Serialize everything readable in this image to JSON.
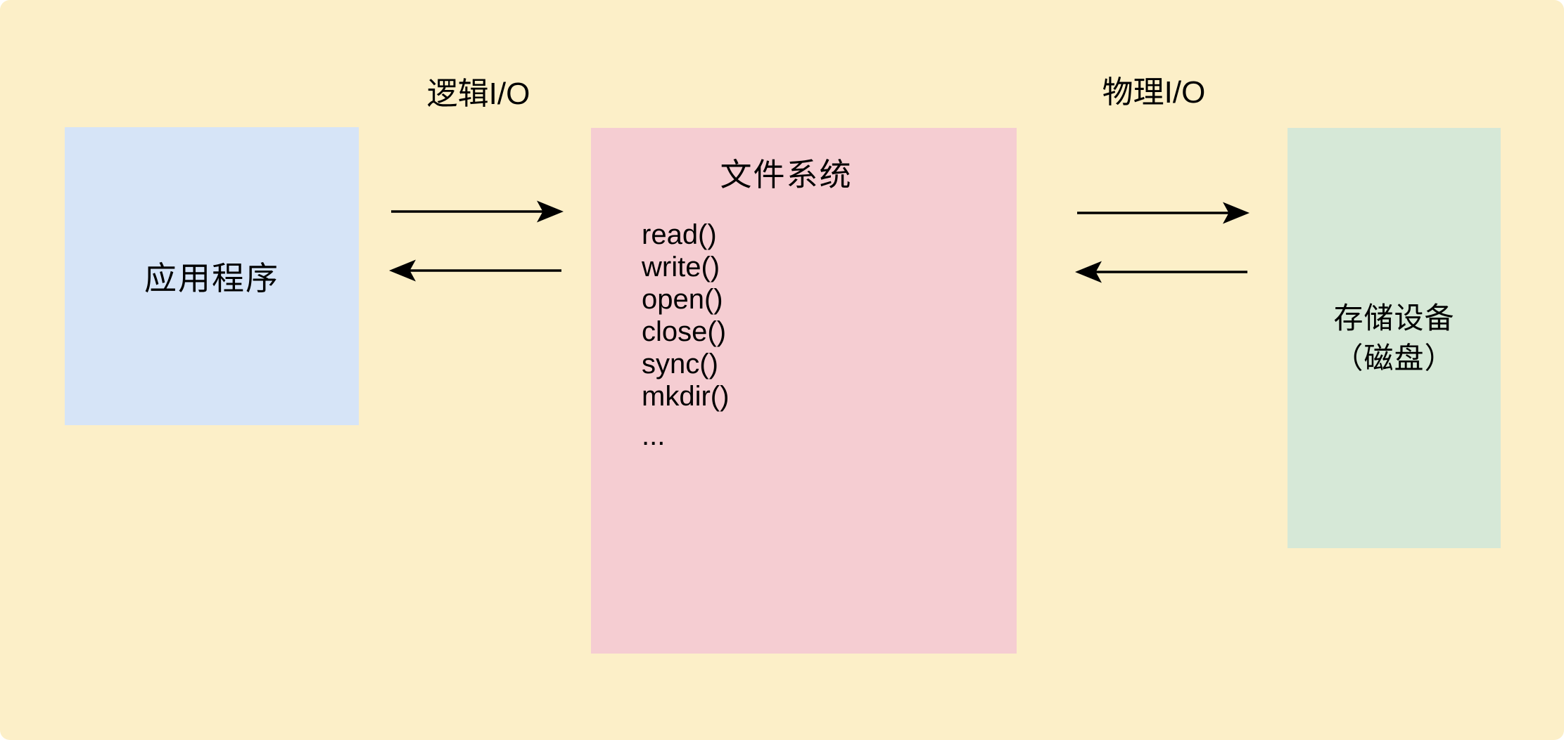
{
  "canvas": {
    "background": "#FCEFC8"
  },
  "flow_labels": {
    "logical_io": "逻辑I/O",
    "physical_io": "物理I/O"
  },
  "boxes": {
    "application": {
      "label": "应用程序",
      "fill": "#D6E4F7"
    },
    "filesystem": {
      "title": "文件系统",
      "fill": "#F5CDD2",
      "functions": [
        "read()",
        "write()",
        "open()",
        "close()",
        "sync()",
        "mkdir()",
        "..."
      ]
    },
    "storage": {
      "label_line1": "存储设备",
      "label_line2": "（磁盘）",
      "fill": "#D6E8D7"
    }
  },
  "arrows": {
    "color": "#000000"
  }
}
